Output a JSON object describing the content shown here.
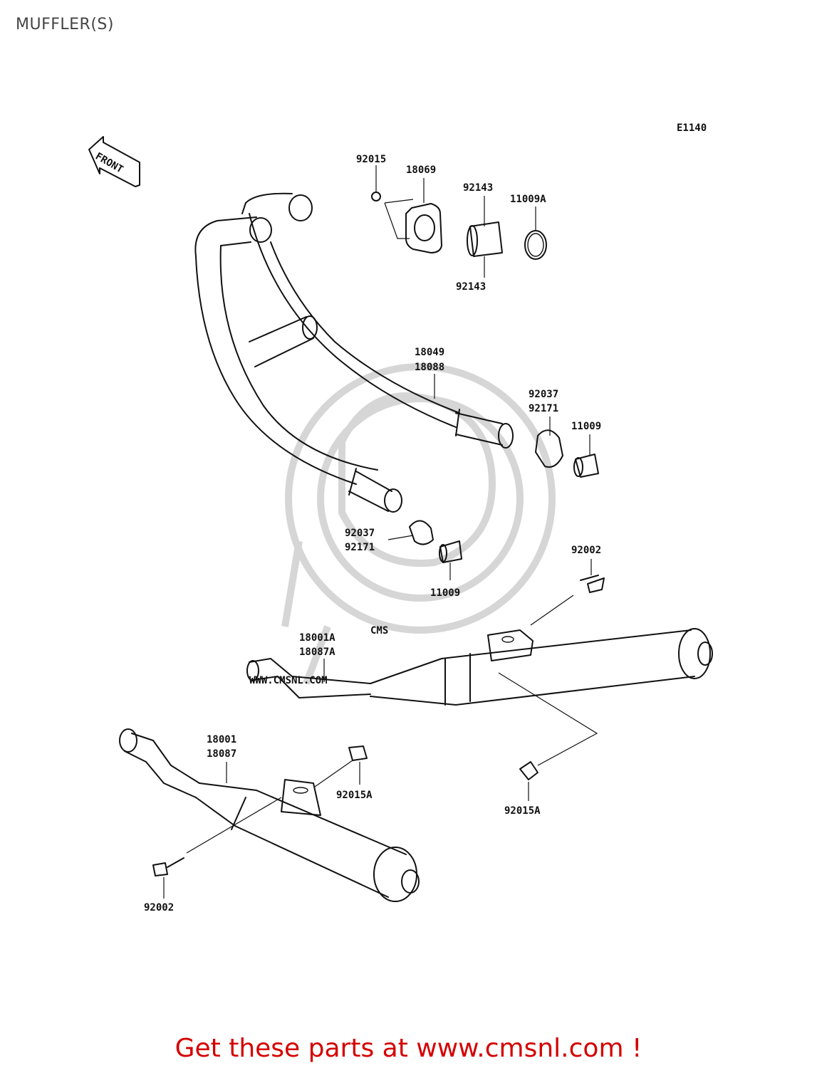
{
  "header": {
    "title": "MUFFLER(S)"
  },
  "diagram": {
    "code": "E1140",
    "front_label": "FRONT",
    "watermark": {
      "logo": "CMS",
      "url": "WWW.CMSNL.COM"
    },
    "callouts": {
      "c92015_top": "92015",
      "c18069": "18069",
      "c92143_top": "92143",
      "c11009A": "11009A",
      "c92143_bot": "92143",
      "c18049": "18049",
      "c18088": "18088",
      "c92037_r": "92037",
      "c92171_r": "92171",
      "c11009_r": "11009",
      "c92037_l": "92037",
      "c92171_l": "92171",
      "c11009_l": "11009",
      "c92002_r": "92002",
      "c18001A": "18001A",
      "c18087A": "18087A",
      "c92015A_r": "92015A",
      "c18001": "18001",
      "c18087": "18087",
      "c92015A_l": "92015A",
      "c92002_l": "92002"
    }
  },
  "footer": {
    "text": "Get these parts at www.cmsnl.com !"
  }
}
